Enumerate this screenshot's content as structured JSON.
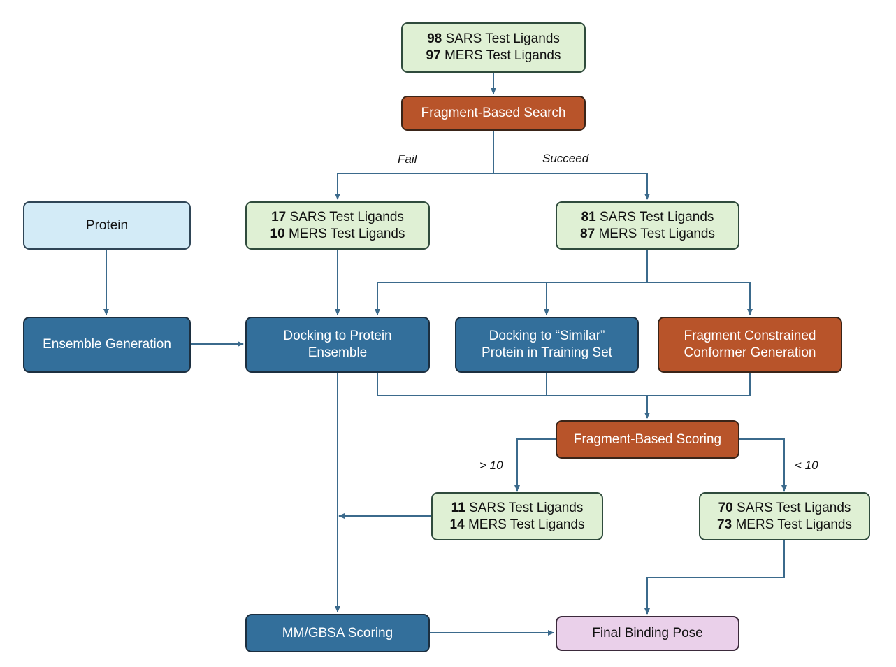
{
  "nodes": {
    "test_ligands": {
      "line1_count": "98",
      "line1_text": " SARS Test Ligands",
      "line2_count": "97",
      "line2_text": " MERS Test Ligands"
    },
    "fragment_search": {
      "label": "Fragment-Based Search"
    },
    "fail_ligands": {
      "line1_count": "17",
      "line1_text": " SARS Test Ligands",
      "line2_count": "10",
      "line2_text": " MERS Test Ligands"
    },
    "succeed_ligands": {
      "line1_count": "81",
      "line1_text": " SARS Test Ligands",
      "line2_count": "87",
      "line2_text": " MERS Test Ligands"
    },
    "protein": {
      "label": "Protein"
    },
    "ensemble_generation": {
      "label": "Ensemble Generation"
    },
    "docking_ensemble": {
      "line1": "Docking to Protein",
      "line2": "Ensemble"
    },
    "docking_similar": {
      "line1": "Docking to “Similar”",
      "line2": "Protein in Training Set"
    },
    "fragment_conformer": {
      "line1": "Fragment Constrained",
      "line2": "Conformer Generation"
    },
    "fragment_scoring": {
      "label": "Fragment-Based Scoring"
    },
    "high_ligands": {
      "line1_count": "11",
      "line1_text": " SARS Test Ligands",
      "line2_count": "14",
      "line2_text": " MERS Test Ligands"
    },
    "low_ligands": {
      "line1_count": "70",
      "line1_text": " SARS Test Ligands",
      "line2_count": "73",
      "line2_text": " MERS Test Ligands"
    },
    "mmgbsa": {
      "label": "MM/GBSA Scoring"
    },
    "final_pose": {
      "label": "Final Binding Pose"
    }
  },
  "edge_labels": {
    "fail": "Fail",
    "succeed": "Succeed",
    "greater": "> 10",
    "less": "< 10"
  },
  "colors": {
    "ligand_box": "#dff0d4",
    "process_orange": "#b8542a",
    "process_blue": "#336f9b",
    "protein_box": "#d3ebf7",
    "final_box": "#ead0ea",
    "connector": "#3b6a8c"
  }
}
